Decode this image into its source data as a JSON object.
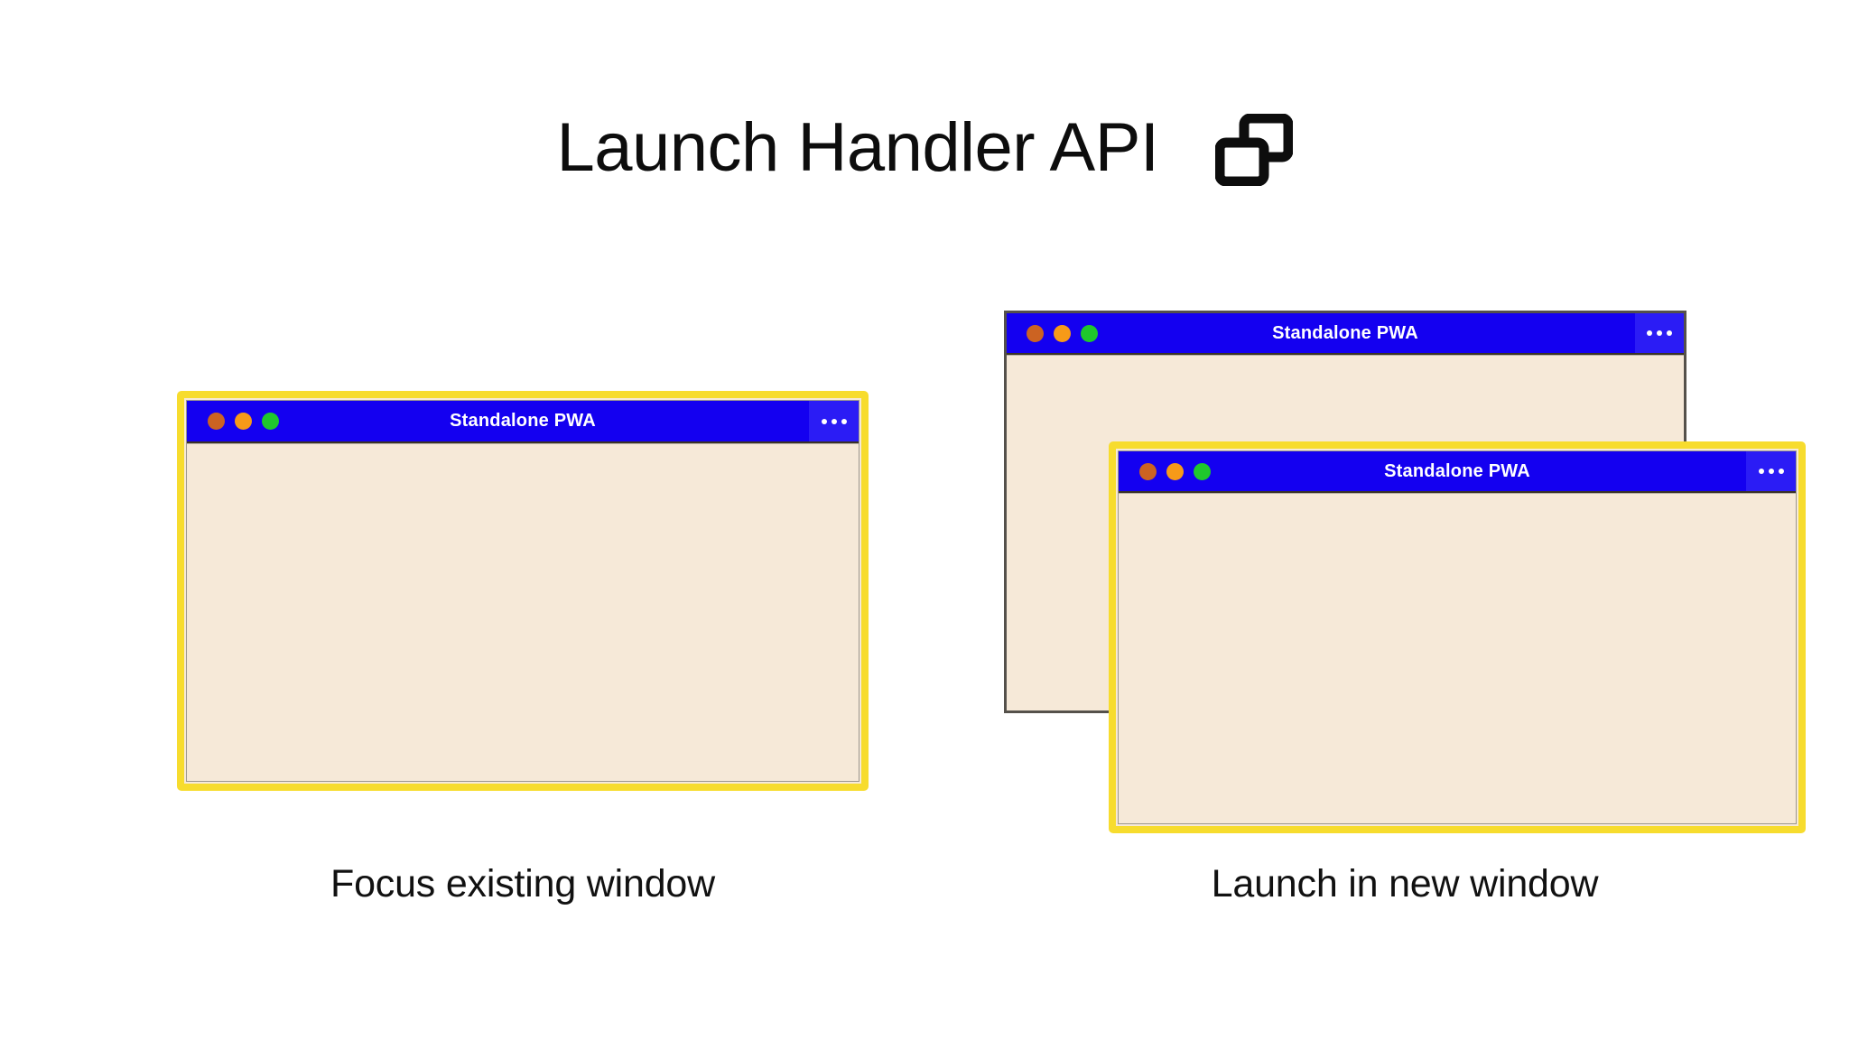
{
  "header": {
    "title": "Launch Handler API",
    "icon": "two-windows-icon"
  },
  "colors": {
    "titlebar_blue": "#1400f0",
    "titlebar_blue_light": "#2b1cf5",
    "highlight_yellow": "#f7dc2e",
    "window_body_cream": "#f6e9d8",
    "plain_border_gray": "#55514b",
    "dot_red": "#cc6322",
    "dot_orange": "#f79a18",
    "dot_green": "#1fc82c",
    "background": "#ffffff",
    "text": "#111111"
  },
  "windows": {
    "left": {
      "name": "focus-existing-window",
      "title": "Standalone PWA",
      "menu_label": "•••",
      "highlighted": true,
      "traffic_lights": [
        "close-dot",
        "minimize-dot",
        "maximize-dot"
      ]
    },
    "right_back": {
      "name": "existing-window-behind",
      "title": "Standalone PWA",
      "menu_label": "•••",
      "highlighted": false,
      "traffic_lights": [
        "close-dot",
        "minimize-dot",
        "maximize-dot"
      ]
    },
    "right_front": {
      "name": "newly-launched-window",
      "title": "Standalone PWA",
      "menu_label": "•••",
      "highlighted": true,
      "traffic_lights": [
        "close-dot",
        "minimize-dot",
        "maximize-dot"
      ]
    }
  },
  "captions": {
    "left": "Focus existing window",
    "right": "Launch in new window"
  }
}
